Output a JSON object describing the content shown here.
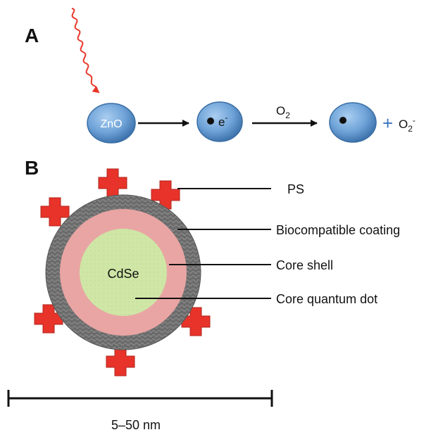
{
  "panel_a": {
    "letter": "A",
    "zno_label": "ZnO",
    "electron_label": "e",
    "electron_sup": "-",
    "o2_label": "O",
    "o2_sub": "2",
    "plus": "+",
    "superoxide_label": "O",
    "superoxide_sub": "2",
    "superoxide_sup": "-"
  },
  "panel_b": {
    "letter": "B",
    "core_label": "CdSe",
    "labels": {
      "ps": "PS",
      "coating": "Biocompatible coating",
      "shell": "Core shell",
      "core": "Core quantum dot"
    },
    "scale_label": "5–50 nm"
  },
  "colors": {
    "photon": "#e8372a",
    "sphere_fill": "#6fa3d8",
    "sphere_edge": "#3a6ea5",
    "coating": "#6b6b6b",
    "shell": "#e9a5a3",
    "core": "#cfe6a6",
    "ps": "#e8332a",
    "plus_sign": "#3a74c4"
  }
}
